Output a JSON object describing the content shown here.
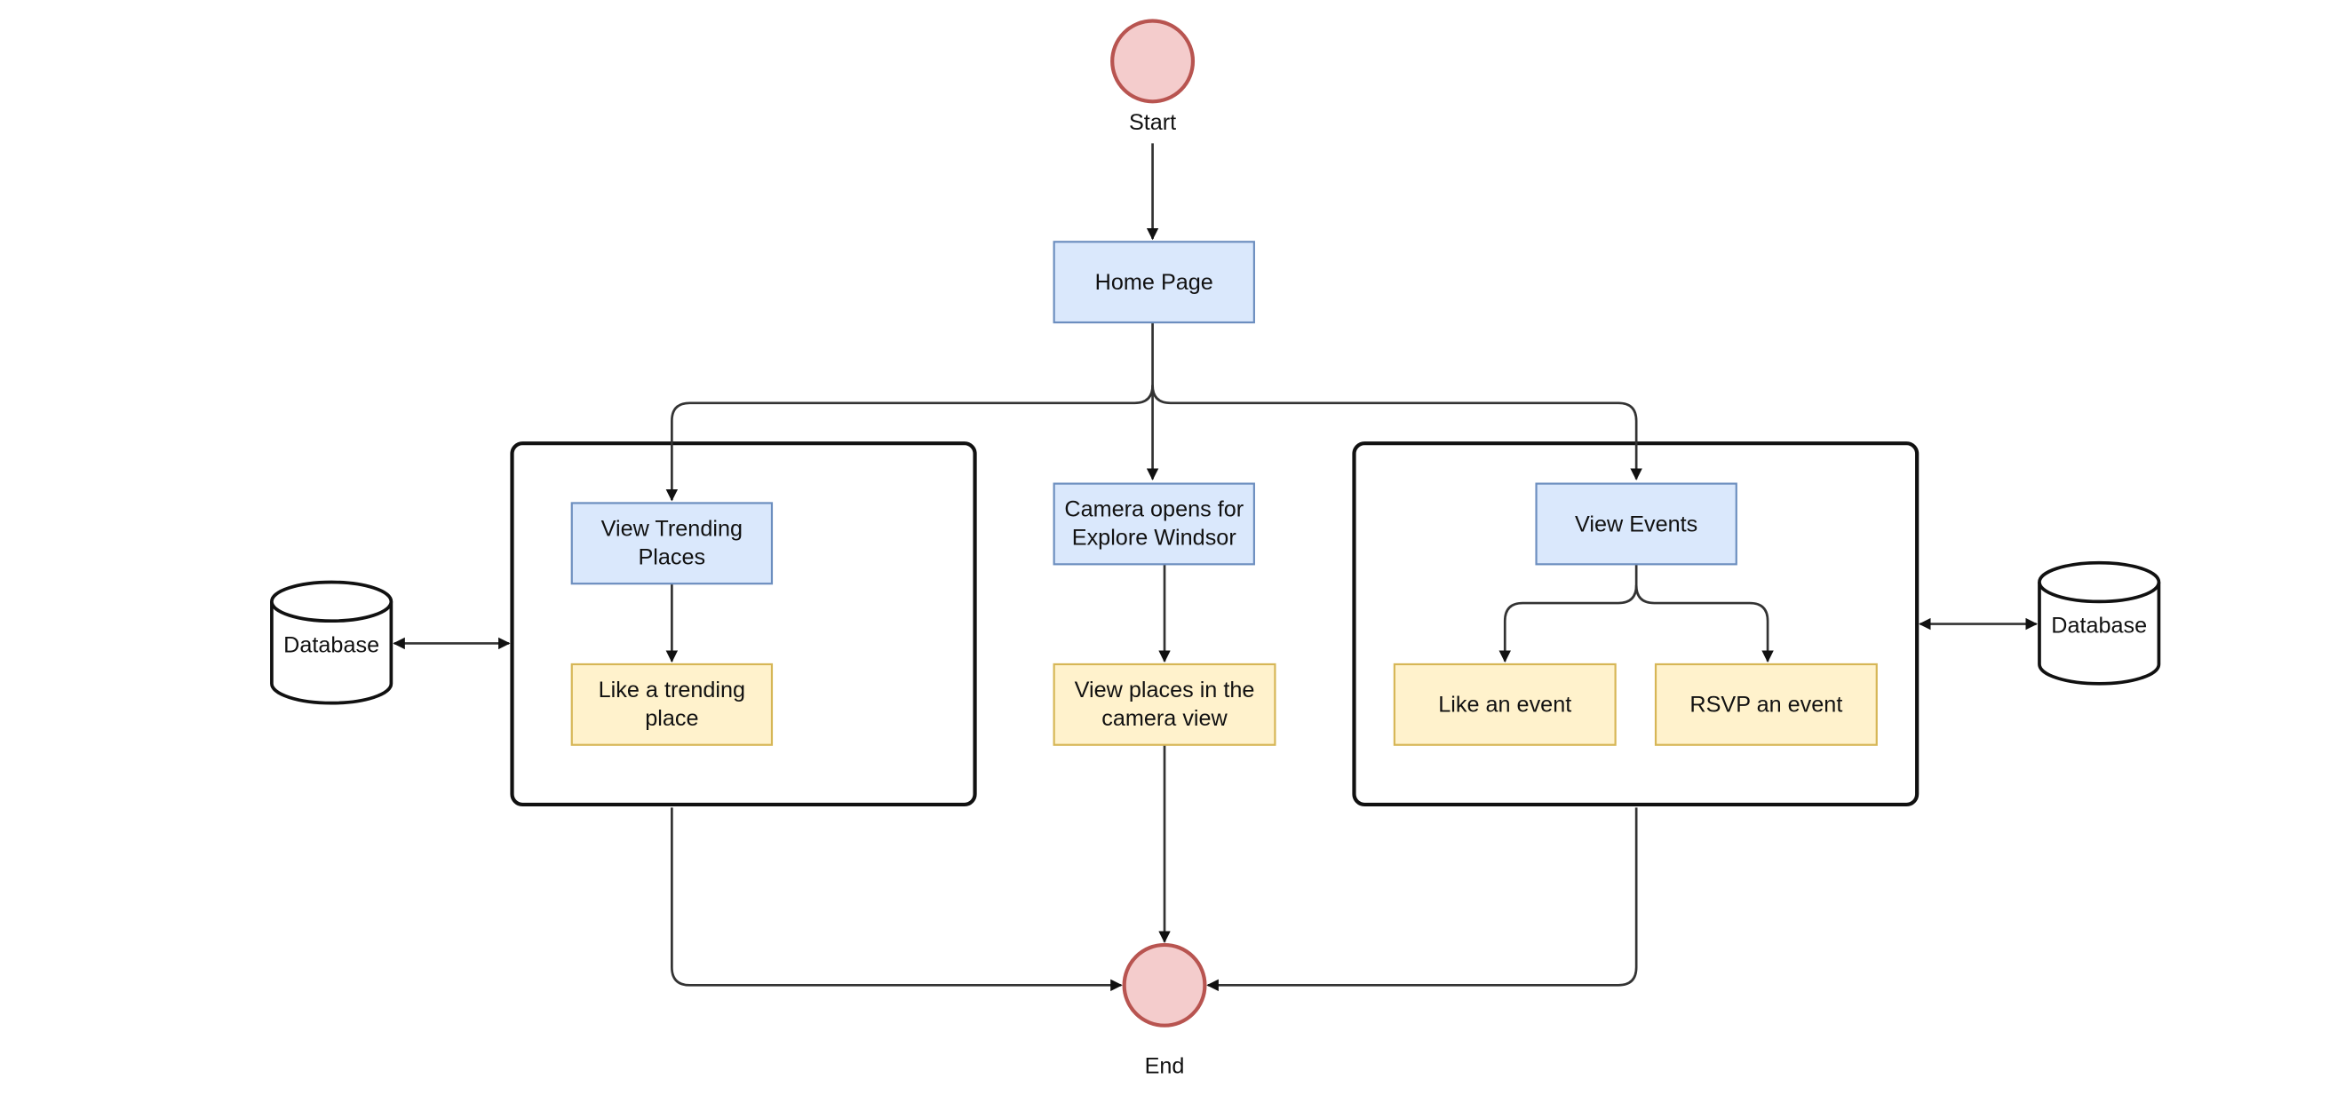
{
  "colors": {
    "terminal_fill": "#f4cccc",
    "terminal_stroke": "#b85450",
    "process_fill": "#dae8fc",
    "process_stroke": "#6c8ebf",
    "action_fill": "#fff2cc",
    "action_stroke": "#d6b656",
    "line": "#333333",
    "group_stroke": "#111111"
  },
  "nodes": {
    "start": {
      "label": "Start",
      "shape": "circle"
    },
    "home": {
      "label": "Home Page",
      "shape": "process"
    },
    "trending": {
      "label": "View Trending\nPlaces",
      "shape": "process"
    },
    "like_trending": {
      "label": "Like a trending\nplace",
      "shape": "action"
    },
    "camera": {
      "label": "Camera opens for\nExplore Windsor",
      "shape": "process"
    },
    "camera_view": {
      "label": "View places in the\ncamera view",
      "shape": "action"
    },
    "events": {
      "label": "View Events",
      "shape": "process"
    },
    "like_event": {
      "label": "Like an event",
      "shape": "action"
    },
    "rsvp_event": {
      "label": "RSVP an event",
      "shape": "action"
    },
    "db_left": {
      "label": "Database",
      "shape": "database"
    },
    "db_right": {
      "label": "Database",
      "shape": "database"
    },
    "end": {
      "label": "End",
      "shape": "circle"
    }
  }
}
